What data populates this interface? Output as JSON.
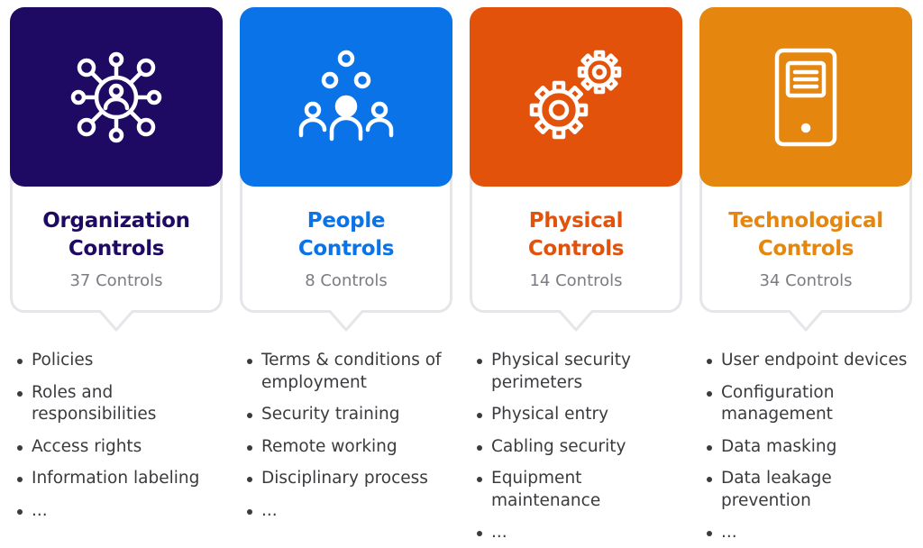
{
  "cards": [
    {
      "title_line1": "Organization",
      "title_line2": "Controls",
      "count": "37 Controls",
      "color": "#1f0a63",
      "icon": "network-hub-icon",
      "bullets": [
        "Policies",
        "Roles and responsibilities",
        "Access rights",
        "Information labeling",
        "..."
      ]
    },
    {
      "title_line1": "People",
      "title_line2": "Controls",
      "count": "8 Controls",
      "color": "#0a73e8",
      "icon": "people-group-icon",
      "bullets": [
        "Terms & conditions of employment",
        "Security training",
        "Remote working",
        "Disciplinary process",
        "..."
      ]
    },
    {
      "title_line1": "Physical",
      "title_line2": "Controls",
      "count": "14 Controls",
      "color": "#e2520a",
      "icon": "gears-icon",
      "bullets": [
        "Physical security perimeters",
        "Physical entry",
        "Cabling security",
        "Equipment maintenance",
        "..."
      ]
    },
    {
      "title_line1": "Technological",
      "title_line2": "Controls",
      "count": "34 Controls",
      "color": "#e5860e",
      "icon": "server-tower-icon",
      "bullets": [
        "User endpoint devices",
        "Configuration management",
        "Data masking",
        "Data leakage prevention",
        "..."
      ]
    }
  ]
}
